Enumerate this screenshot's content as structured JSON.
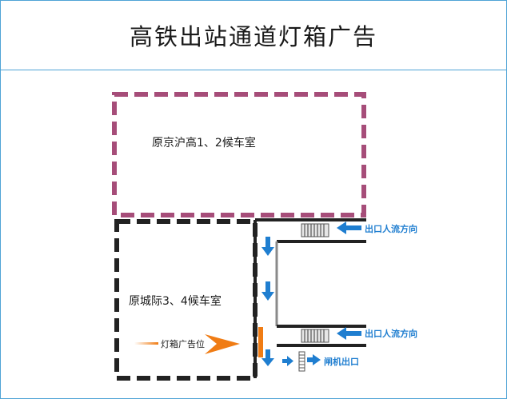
{
  "title": "高铁出站通道灯箱广告",
  "rooms": {
    "upper": "原京沪高1、2候车室",
    "lower": "原城际3、4候车室"
  },
  "labels": {
    "exit_flow_top": "出口人流方向",
    "exit_flow_bottom": "出口人流方向",
    "gate_exit": "闸机出口",
    "lightbox": "灯箱广告位"
  },
  "colors": {
    "upper_room_border": "#a64d79",
    "lower_room_border": "#222222",
    "flow_arrow": "#1f7ed0",
    "flow_text": "#1f7ed0",
    "lightbox": "#f07c14",
    "frame": "#4fa3d6"
  }
}
